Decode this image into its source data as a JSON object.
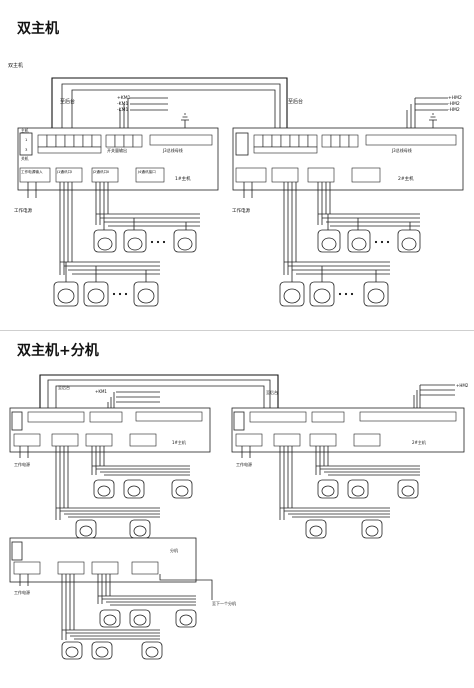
{
  "section1": {
    "title": "双主机",
    "caption": "双主机"
  },
  "section2": {
    "title": "双主机+分机"
  },
  "labels": {
    "relay_station": "至后台",
    "host_left": "1#主机",
    "host_right": "2#主机",
    "slave": "分机",
    "power_box": "工作电源输入",
    "power_label": "工作电源",
    "port_i1": "J1通讯口I",
    "port_i2": "J2通讯口II",
    "port_i3": "J4通讯接口",
    "switch_out": "开关量输出",
    "bus": "J3总线母线",
    "to_next": "至下一个分机",
    "km1": "+KM1",
    "km2": "-KM1",
    "km3": "-KM1",
    "hm1": "+HM2",
    "hm2": "-HM2",
    "hm3": "-HM2",
    "side1": "主机",
    "side2": "1",
    "side3": "3",
    "side4": "关机"
  },
  "colors": {
    "line": "#222222",
    "fill": "#ffffff"
  }
}
